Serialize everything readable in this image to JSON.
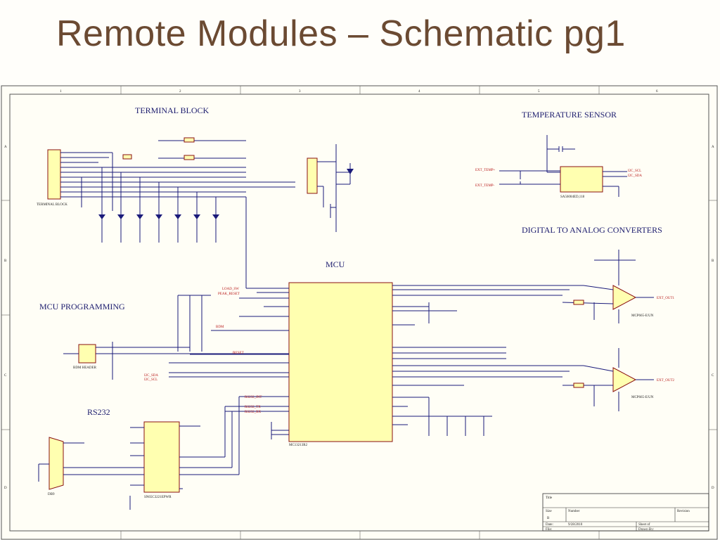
{
  "slide": {
    "title": "Remote Modules – Schematic pg1"
  },
  "sheet": {
    "column_labels": [
      "1",
      "2",
      "3",
      "4",
      "5",
      "6"
    ],
    "row_labels": [
      "A",
      "B",
      "C",
      "D"
    ]
  },
  "sections": {
    "terminal_block": "TERMINAL BLOCK",
    "temperature_sensor": "TEMPERATURE SENSOR",
    "dac": "DIGITAL TO ANALOG CONVERTERS",
    "mcu": "MCU",
    "mcu_programming": "MCU PROGRAMMING",
    "rs232": "RS232"
  },
  "parts": {
    "mcu": "MC13213R2",
    "temp": "SA56004ED,118",
    "dac1": "MCP665-E/UN",
    "dac2": "MCP665-E/UN",
    "rs232": "SN65C3221EPWR",
    "terminal_block": "TERMINAL BLOCK",
    "bdm": "BDM HEADER",
    "db9": "DB9"
  },
  "title_block": {
    "title": "Title",
    "size": "Size",
    "size_value": "B",
    "number": "Number",
    "revision": "Revision",
    "date_label": "Date:",
    "date": "9/28/2010",
    "sheet": "Sheet of",
    "file_label": "File:",
    "drawn_by": "Drawn By:"
  }
}
